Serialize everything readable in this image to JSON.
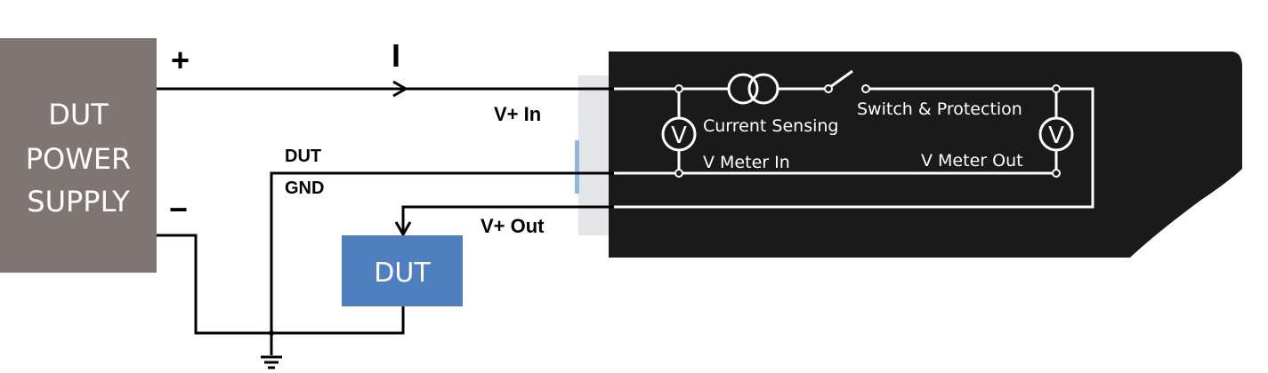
{
  "power_supply": {
    "line1": "DUT",
    "line2": "POWER",
    "line3": "SUPPLY",
    "plus": "+",
    "minus": "−"
  },
  "current_label": "I",
  "wires": {
    "v_plus_in": "V+ In",
    "dut_gnd_1": "DUT",
    "dut_gnd_2": "GND",
    "v_plus_out": "V+ Out"
  },
  "dut": {
    "label": "DUT"
  },
  "device": {
    "current_sensing": "Current Sensing",
    "switch_protection": "Switch & Protection",
    "v_meter_in": "V Meter In",
    "v_meter_out": "V Meter Out",
    "voltmeter_symbol": "V"
  },
  "colors": {
    "power_supply": "#7f7673",
    "dut": "#4f7fbf",
    "device": "#1a1a1a"
  }
}
